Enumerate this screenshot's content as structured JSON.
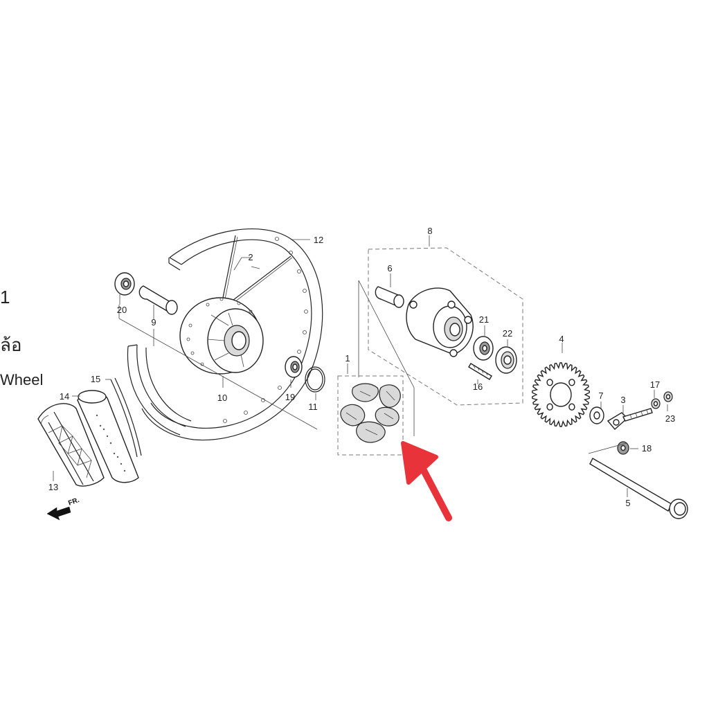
{
  "left_text": {
    "line1": "1",
    "line2": "ล้อ",
    "line3": "Wheel"
  },
  "direction_label": "FR.",
  "highlight_color": "#e8333a",
  "parts": [
    {
      "id": "p1",
      "num": "1"
    },
    {
      "id": "p2",
      "num": "2"
    },
    {
      "id": "p3",
      "num": "3"
    },
    {
      "id": "p4",
      "num": "4"
    },
    {
      "id": "p5",
      "num": "5"
    },
    {
      "id": "p6",
      "num": "6"
    },
    {
      "id": "p7",
      "num": "7"
    },
    {
      "id": "p8",
      "num": "8"
    },
    {
      "id": "p9",
      "num": "9"
    },
    {
      "id": "p10",
      "num": "10"
    },
    {
      "id": "p11",
      "num": "11"
    },
    {
      "id": "p12",
      "num": "12"
    },
    {
      "id": "p13",
      "num": "13"
    },
    {
      "id": "p14",
      "num": "14"
    },
    {
      "id": "p15",
      "num": "15"
    },
    {
      "id": "p16",
      "num": "16"
    },
    {
      "id": "p17",
      "num": "17"
    },
    {
      "id": "p18",
      "num": "18"
    },
    {
      "id": "p19",
      "num": "19"
    },
    {
      "id": "p20",
      "num": "20"
    },
    {
      "id": "p21",
      "num": "21"
    },
    {
      "id": "p22",
      "num": "22"
    },
    {
      "id": "p23",
      "num": "23"
    }
  ]
}
